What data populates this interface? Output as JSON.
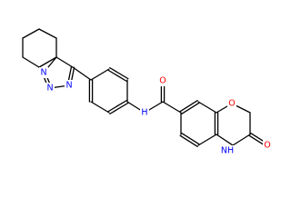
{
  "molecule": {
    "atoms": [
      {
        "id": "O1",
        "symbol": "O",
        "color": "#ff0000"
      },
      {
        "id": "O2",
        "symbol": "O",
        "color": "#ff0000"
      },
      {
        "id": "O3",
        "symbol": "O",
        "color": "#ff0000"
      },
      {
        "id": "N1",
        "symbol": "N",
        "color": "#0000ff"
      },
      {
        "id": "N2",
        "symbol": "N",
        "color": "#0000ff"
      },
      {
        "id": "N3",
        "symbol": "N",
        "color": "#0000ff"
      },
      {
        "id": "NH1",
        "symbol": "H",
        "color": "#0000ff"
      },
      {
        "id": "NH2",
        "symbol": "NH",
        "color": "#0000ff"
      }
    ],
    "colors": {
      "bond": "#000000",
      "oxygen": "#ff0000",
      "nitrogen": "#0000ff"
    }
  }
}
